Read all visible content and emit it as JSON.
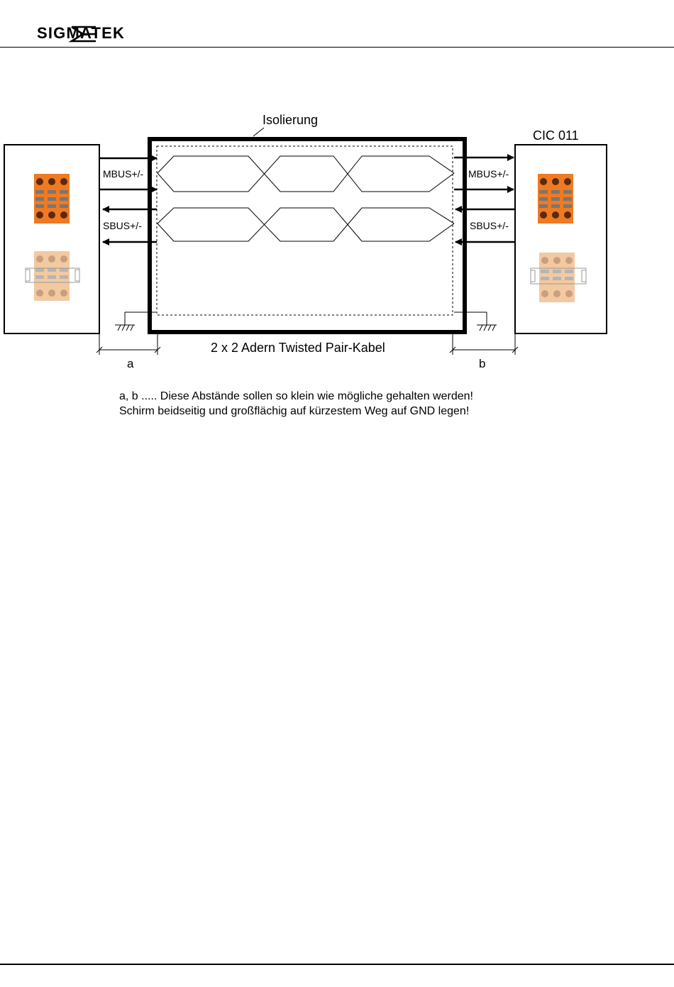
{
  "header": {
    "brand": "SIGMATEK"
  },
  "diagram": {
    "insulation_label": "Isolierung",
    "device_right_label": "CIC 011",
    "mbus_label": "MBUS+/-",
    "sbus_label": "SBUS+/-",
    "cable_label": "2 x 2 Adern Twisted Pair-Kabel",
    "dim_a": "a",
    "dim_b": "b"
  },
  "notes": {
    "line1": "a, b ..... Diese Abstände sollen so klein wie mögliche gehalten werden!",
    "line2": "Schirm beidseitig und großflächig auf kürzestem Weg auf GND legen!"
  },
  "colors": {
    "terminal_orange": "#f07a22",
    "terminal_light": "#f3c9a0"
  }
}
